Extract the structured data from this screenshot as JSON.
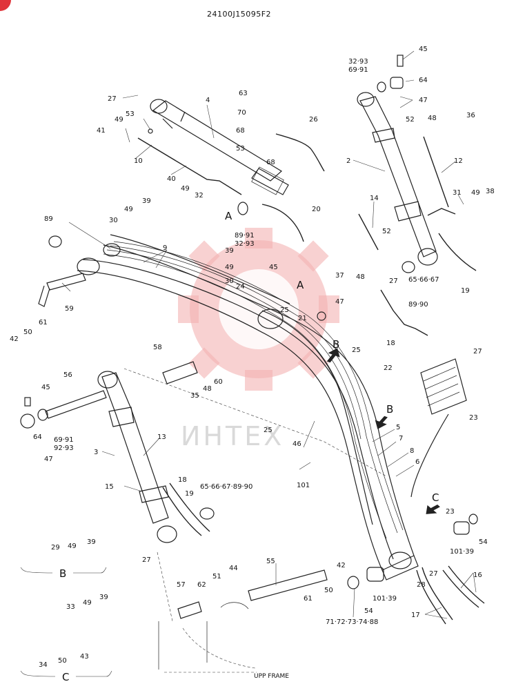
{
  "header": {
    "drawing_code": "24100J15095F2"
  },
  "watermark": {
    "text": "ИНТЕХ",
    "gear_color": "#f4b3b3",
    "text_color": "#d9d9d9"
  },
  "footer": {
    "frame_label": "UPP FRAME"
  },
  "sections": {
    "a1": "A",
    "a2": "A",
    "b1": "B",
    "b2": "B",
    "b_detail": "B",
    "c1": "C",
    "c_detail": "C"
  },
  "callouts": [
    {
      "id": "p45a",
      "text": "45"
    },
    {
      "id": "p3293a",
      "text": "32·93"
    },
    {
      "id": "p6991a",
      "text": "69·91"
    },
    {
      "id": "p64a",
      "text": "64"
    },
    {
      "id": "p47a",
      "text": "47"
    },
    {
      "id": "p48a",
      "text": "48"
    },
    {
      "id": "p36",
      "text": "36"
    },
    {
      "id": "p52a",
      "text": "52"
    },
    {
      "id": "p2",
      "text": "2"
    },
    {
      "id": "p12",
      "text": "12"
    },
    {
      "id": "p31",
      "text": "31"
    },
    {
      "id": "p49a",
      "text": "49"
    },
    {
      "id": "p38",
      "text": "38"
    },
    {
      "id": "p14",
      "text": "14"
    },
    {
      "id": "p52b",
      "text": "52"
    },
    {
      "id": "p37",
      "text": "37"
    },
    {
      "id": "p48b",
      "text": "48"
    },
    {
      "id": "p27a",
      "text": "27"
    },
    {
      "id": "p6567a",
      "text": "65·66·67"
    },
    {
      "id": "p8990a",
      "text": "89·90"
    },
    {
      "id": "p19a",
      "text": "19"
    },
    {
      "id": "p18a",
      "text": "18"
    },
    {
      "id": "p27b",
      "text": "27"
    },
    {
      "id": "p4",
      "text": "4"
    },
    {
      "id": "p53a",
      "text": "53"
    },
    {
      "id": "p49b",
      "text": "49"
    },
    {
      "id": "p41",
      "text": "41"
    },
    {
      "id": "p10",
      "text": "10"
    },
    {
      "id": "p40",
      "text": "40"
    },
    {
      "id": "p49c",
      "text": "49"
    },
    {
      "id": "p32",
      "text": "32"
    },
    {
      "id": "p63",
      "text": "63"
    },
    {
      "id": "p70",
      "text": "70"
    },
    {
      "id": "p68a",
      "text": "68"
    },
    {
      "id": "p53b",
      "text": "53"
    },
    {
      "id": "p68b",
      "text": "68"
    },
    {
      "id": "p26",
      "text": "26"
    },
    {
      "id": "p20",
      "text": "20"
    },
    {
      "id": "p8991",
      "text": "89·91"
    },
    {
      "id": "p3293b",
      "text": "32·93"
    },
    {
      "id": "p89",
      "text": "89"
    },
    {
      "id": "p49d",
      "text": "49"
    },
    {
      "id": "p39a",
      "text": "39"
    },
    {
      "id": "p30a",
      "text": "30"
    },
    {
      "id": "p9",
      "text": "9"
    },
    {
      "id": "p39b",
      "text": "39"
    },
    {
      "id": "p49e",
      "text": "49"
    },
    {
      "id": "p30b",
      "text": "30"
    },
    {
      "id": "p24",
      "text": "24"
    },
    {
      "id": "p45b",
      "text": "45"
    },
    {
      "id": "p59",
      "text": "59"
    },
    {
      "id": "p61a",
      "text": "61"
    },
    {
      "id": "p42a",
      "text": "42"
    },
    {
      "id": "p50a",
      "text": "50"
    },
    {
      "id": "p25a",
      "text": "25"
    },
    {
      "id": "p21",
      "text": "21"
    },
    {
      "id": "p47b",
      "text": "47"
    },
    {
      "id": "p25b",
      "text": "25"
    },
    {
      "id": "p22",
      "text": "22"
    },
    {
      "id": "p58",
      "text": "58"
    },
    {
      "id": "p27c",
      "text": "27"
    },
    {
      "id": "p23a",
      "text": "23"
    },
    {
      "id": "p56",
      "text": "56"
    },
    {
      "id": "p45c",
      "text": "45"
    },
    {
      "id": "p48c",
      "text": "48"
    },
    {
      "id": "p60",
      "text": "60"
    },
    {
      "id": "p35",
      "text": "35"
    },
    {
      "id": "p25c",
      "text": "25"
    },
    {
      "id": "p64b",
      "text": "64"
    },
    {
      "id": "p6991b",
      "text": "69·91"
    },
    {
      "id": "p9293",
      "text": "92·93"
    },
    {
      "id": "p47c",
      "text": "47"
    },
    {
      "id": "p3",
      "text": "3"
    },
    {
      "id": "p13",
      "text": "13"
    },
    {
      "id": "p46",
      "text": "46"
    },
    {
      "id": "p5",
      "text": "5"
    },
    {
      "id": "p7",
      "text": "7"
    },
    {
      "id": "p8",
      "text": "8"
    },
    {
      "id": "p6",
      "text": "6"
    },
    {
      "id": "p15",
      "text": "15"
    },
    {
      "id": "p18b",
      "text": "18"
    },
    {
      "id": "p19b",
      "text": "19"
    },
    {
      "id": "p6567b",
      "text": "65·66·67·89·90"
    },
    {
      "id": "p101a",
      "text": "101"
    },
    {
      "id": "p23b",
      "text": "23"
    },
    {
      "id": "p54a",
      "text": "54"
    },
    {
      "id": "p10139a",
      "text": "101·39"
    },
    {
      "id": "p29",
      "text": "29"
    },
    {
      "id": "p49f",
      "text": "49"
    },
    {
      "id": "p39c",
      "text": "39"
    },
    {
      "id": "p27d",
      "text": "27"
    },
    {
      "id": "p55",
      "text": "55"
    },
    {
      "id": "p44",
      "text": "44"
    },
    {
      "id": "p62",
      "text": "62"
    },
    {
      "id": "p51",
      "text": "51"
    },
    {
      "id": "p57",
      "text": "57"
    },
    {
      "id": "p61b",
      "text": "61"
    },
    {
      "id": "p42b",
      "text": "42"
    },
    {
      "id": "p50b",
      "text": "50"
    },
    {
      "id": "p54b",
      "text": "54"
    },
    {
      "id": "p10139b",
      "text": "101·39"
    },
    {
      "id": "p28",
      "text": "28"
    },
    {
      "id": "p27e",
      "text": "27"
    },
    {
      "id": "p16",
      "text": "16"
    },
    {
      "id": "p17",
      "text": "17"
    },
    {
      "id": "p7172",
      "text": "71·72·73·74·88"
    },
    {
      "id": "p33",
      "text": "33"
    },
    {
      "id": "p49g",
      "text": "49"
    },
    {
      "id": "p39d",
      "text": "39"
    },
    {
      "id": "p34",
      "text": "34"
    },
    {
      "id": "p50c",
      "text": "50"
    },
    {
      "id": "p43",
      "text": "43"
    }
  ]
}
